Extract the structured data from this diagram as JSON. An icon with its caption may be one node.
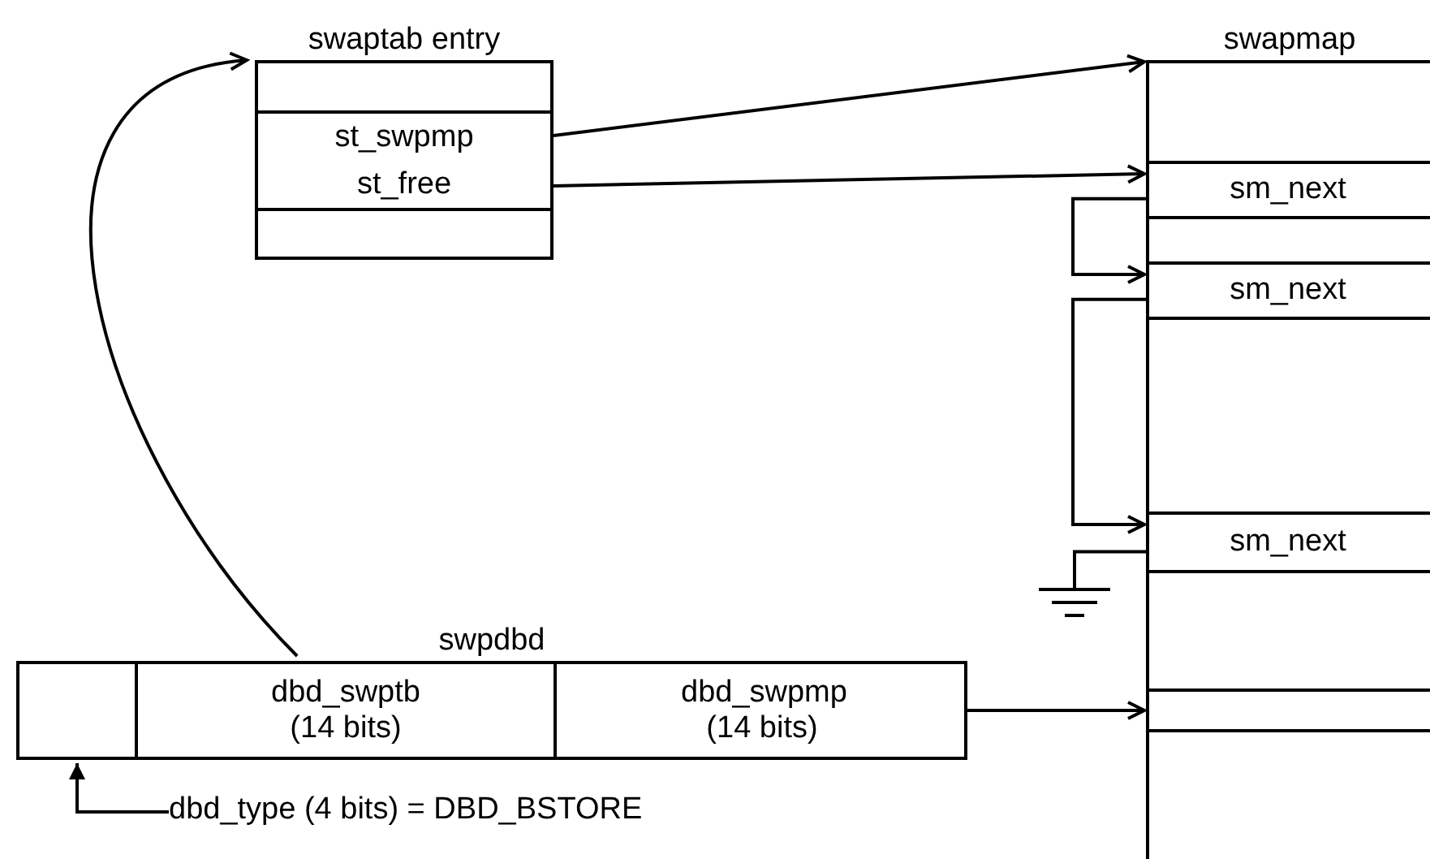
{
  "diagram": {
    "nodes": [
      {
        "text": [
          "swaptab entry"
        ]
      },
      {
        "text": [
          "st_swpmp"
        ],
        "in": 0
      },
      {
        "text": [
          "st_free"
        ],
        "in": 0
      },
      {
        "text": [
          "swapmap"
        ]
      },
      {
        "text": [
          "sm_next"
        ],
        "in": 3
      },
      {
        "text": [
          "sm_next"
        ],
        "in": 3
      },
      {
        "text": [
          "sm_next"
        ],
        "in": 3
      },
      {
        "text": [],
        "shape": "box",
        "in": 3
      },
      {
        "text": [],
        "shape": "ground"
      },
      {
        "text": [
          "swpdbd"
        ]
      },
      {
        "text": [],
        "shape": "box",
        "in": 9
      },
      {
        "text": [
          "dbd_swptb (14 bits)"
        ],
        "in": 9
      },
      {
        "text": [
          "dbd_swpmp (14 bits)"
        ],
        "in": 9
      },
      {
        "text": [
          "dbd_type (4 bits) = DBD_BSTORE"
        ]
      }
    ],
    "edges": [
      {
        "from": 1,
        "to": 3,
        "arrow": "to"
      },
      {
        "from": 2,
        "to": 4,
        "arrow": "to"
      },
      {
        "from": 4,
        "to": 5,
        "arrow": "to"
      },
      {
        "from": 5,
        "to": 6,
        "arrow": "to"
      },
      {
        "from": 6,
        "to": 8,
        "arrow": "none"
      },
      {
        "from": 11,
        "to": 0,
        "arrow": "to"
      },
      {
        "from": 9,
        "to": 7,
        "arrow": "to"
      },
      {
        "from": 13,
        "to": 10,
        "arrow": "to"
      }
    ]
  }
}
